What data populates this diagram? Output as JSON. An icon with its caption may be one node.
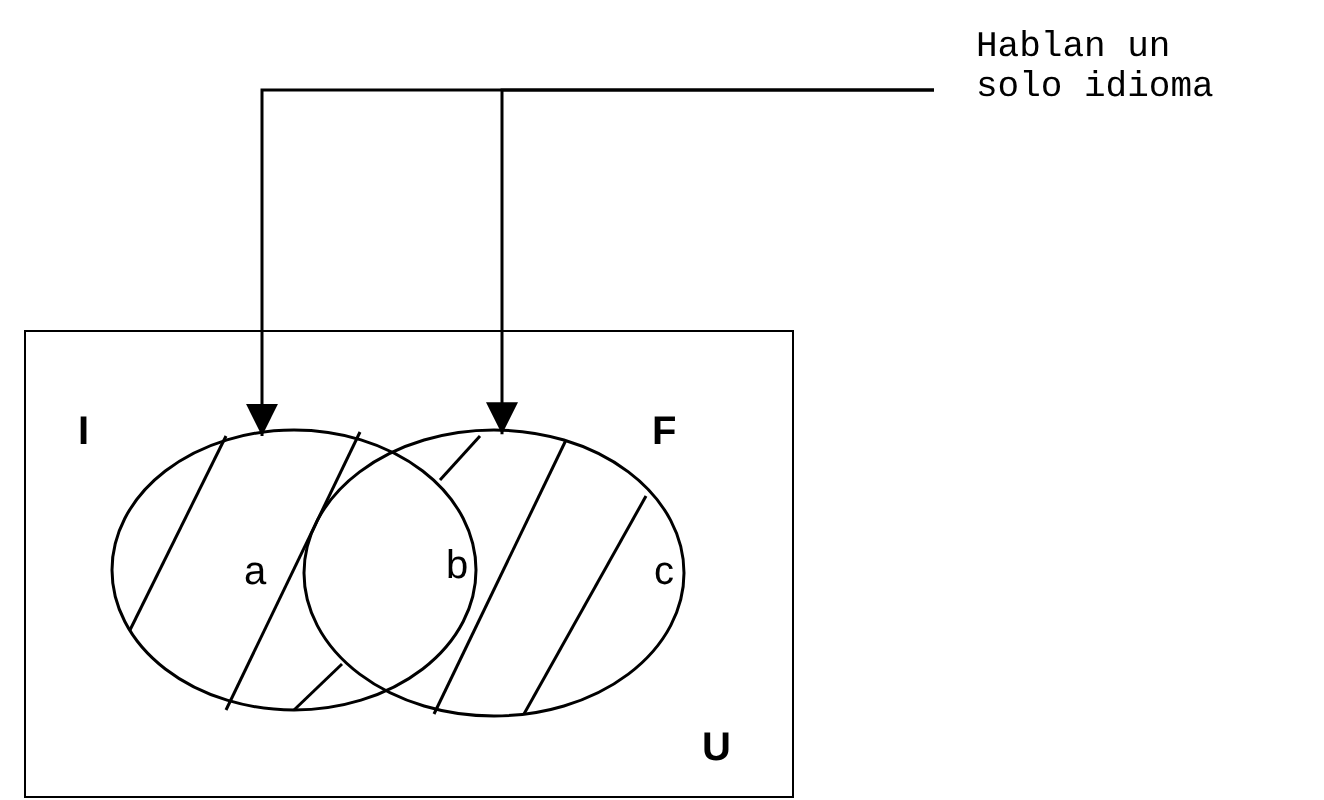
{
  "diagram": {
    "nodes": [
      {
        "text": [
          "Hablan un solo idioma"
        ]
      },
      {
        "text": [
          "U"
        ]
      },
      {
        "text": [
          "I",
          "a"
        ],
        "in": 1
      },
      {
        "text": [
          "F",
          "c"
        ],
        "in": 1
      }
    ],
    "edges": [
      {
        "from": 0,
        "to": 2,
        "arrow": "to"
      },
      {
        "from": 0,
        "to": 3,
        "arrow": "to"
      }
    ],
    "labels": [
      "b"
    ]
  }
}
